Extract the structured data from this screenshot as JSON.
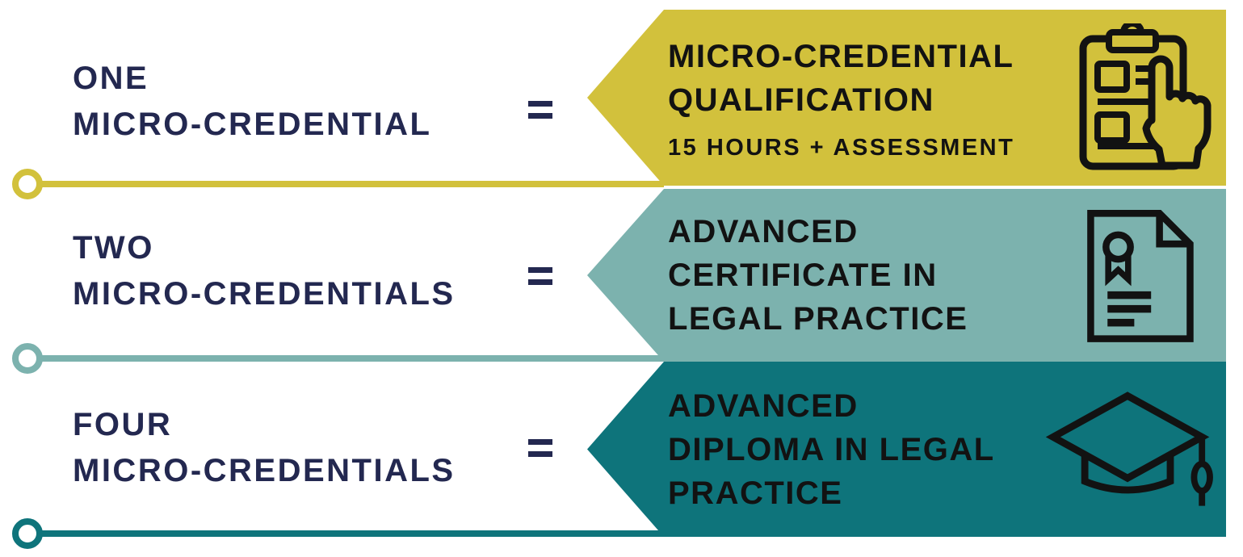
{
  "colors": {
    "yellow": "#d2c13c",
    "teal-light": "#7cb2ae",
    "teal-dark": "#0e747b",
    "navy": "#232850",
    "ink": "#121212"
  },
  "rows": [
    {
      "label": "ONE\nMICRO-CREDENTIAL",
      "equals": "=",
      "banner": {
        "title": "MICRO-CREDENTIAL\nQUALIFICATION",
        "subtitle": "15 HOURS + ASSESSMENT",
        "color": "#d2c13c",
        "icon": "clipboard-checklist-tap-hand-icon"
      }
    },
    {
      "label": "TWO\nMICRO-CREDENTIALS",
      "equals": "=",
      "banner": {
        "title": "ADVANCED\nCERTIFICATE IN\nLEGAL PRACTICE",
        "color": "#7cb2ae",
        "icon": "certificate-document-icon"
      }
    },
    {
      "label": "FOUR\nMICRO-CREDENTIALS",
      "equals": "=",
      "banner": {
        "title": "ADVANCED\nDIPLOMA IN LEGAL\nPRACTICE",
        "color": "#0e747b",
        "icon": "graduation-cap-icon"
      }
    }
  ]
}
